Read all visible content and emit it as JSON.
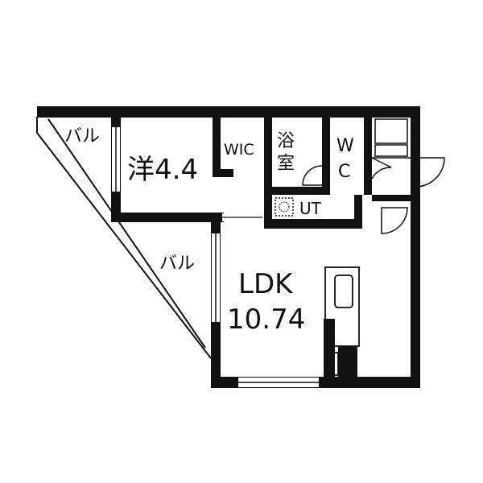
{
  "floor_plan": {
    "rooms": {
      "balcony_upper": "バル",
      "balcony_lower": "バル",
      "western_room": "洋4.4",
      "wic": "WIC",
      "bath_line1": "浴",
      "bath_line2": "室",
      "wc_line1": "W",
      "wc_line2": "C",
      "utility": "UT",
      "ldk_line1": "LDK",
      "ldk_line2": "10.74"
    },
    "colors": {
      "wall": "#111111",
      "background": "#ffffff"
    }
  }
}
